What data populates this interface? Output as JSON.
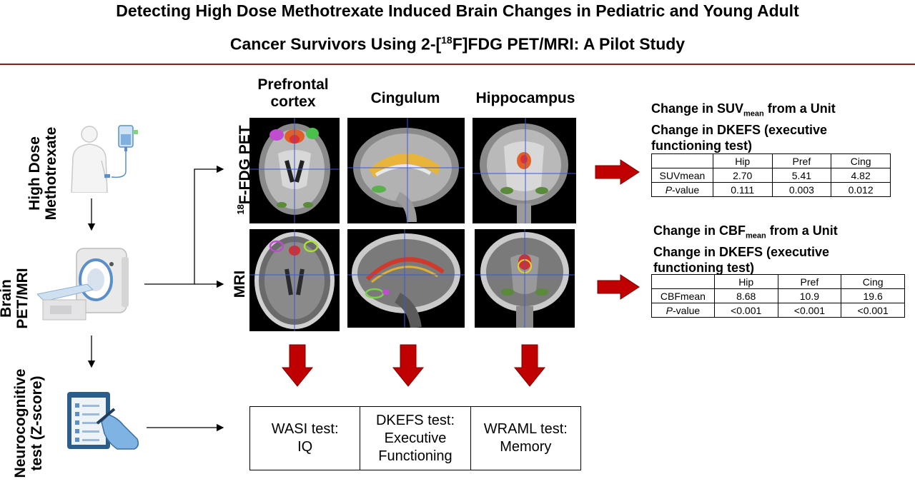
{
  "title": {
    "line1": "Detecting High Dose Methotrexate Induced Brain Changes in Pediatric and Young Adult",
    "line2_a": "Cancer Survivors Using 2-[",
    "line2_sup": "18",
    "line2_b": "F]FDG PET/MRI: A Pilot Study"
  },
  "left": {
    "label1_line1": "High Dose",
    "label1_line2": "Methotrexate",
    "label2_line1": "Brain",
    "label2_line2": "PET/MRI",
    "label3_line1": "Neurocognitive",
    "label3_line2": "test (Z-score)"
  },
  "columns": {
    "prefrontal_line1": "Prefrontal",
    "prefrontal_line2": "cortex",
    "cingulum": "Cingulum",
    "hippocampus": "Hippocampus"
  },
  "rows": {
    "pet_sup": "18",
    "pet_rest": "F-FDG PET",
    "mri": "MRI"
  },
  "suv": {
    "title_a": "Change in SUV",
    "title_sub": "mean",
    "title_b": " from a Unit",
    "title_line2": "Change in DKEFS (executive",
    "title_line3": "functioning test)",
    "headers": [
      "",
      "Hip",
      "Pref",
      "Cing"
    ],
    "row1_label": "SUVmean",
    "row1": [
      "2.70",
      "5.41",
      "4.82"
    ],
    "row2_label_i": "P",
    "row2_label_rest": "-value",
    "row2": [
      "0.111",
      "0.003",
      "0.012"
    ]
  },
  "cbf": {
    "title_a": "Change in CBF",
    "title_sub": "mean",
    "title_b": " from a Unit",
    "title_line2": "Change in DKEFS (executive",
    "title_line3": "functioning test)",
    "headers": [
      "",
      "Hip",
      "Pref",
      "Cing"
    ],
    "row1_label": "CBFmean",
    "row1": [
      "8.68",
      "10.9",
      "19.6"
    ],
    "row2_label_i": "P",
    "row2_label_rest": "-value",
    "row2": [
      "<0.001",
      "<0.001",
      "<0.001"
    ]
  },
  "tests": {
    "wasi_line1": "WASI test:",
    "wasi_line2": "IQ",
    "dkefs_line1": "DKEFS test:",
    "dkefs_line2": "Executive",
    "dkefs_line3": "Functioning",
    "wraml_line1": "WRAML test:",
    "wraml_line2": "Memory"
  },
  "colors": {
    "accent_red": "#c00000",
    "rule": "#8b1a1a",
    "icon_blue": "#5b8fc7"
  }
}
